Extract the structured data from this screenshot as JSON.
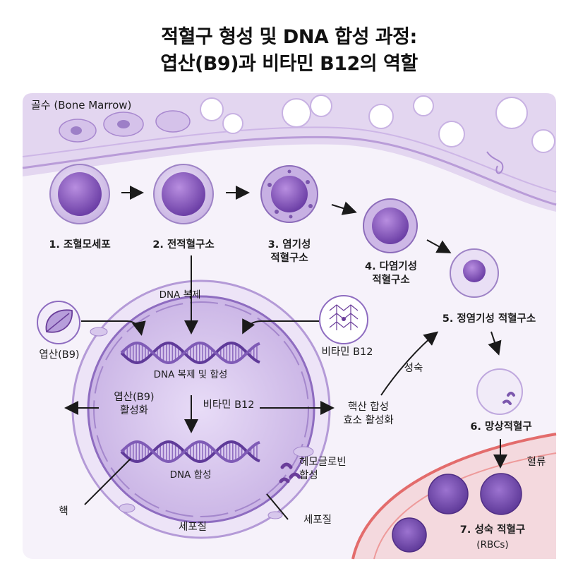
{
  "title_line1": "적혈구 형성 및 DNA 합성 과정:",
  "title_line2": "엽산(B9)과 비타민 B12의 역할",
  "bone_marrow": "골수 (Bone Marrow)",
  "stages": [
    {
      "line1": "1. 조혈모세포",
      "line2": ""
    },
    {
      "line1": "2. 전적혈구소",
      "line2": ""
    },
    {
      "line1": "3. 염기성",
      "line2": "적혈구소"
    },
    {
      "line1": "4. 다염기성",
      "line2": "적혈구소"
    },
    {
      "line1": "5. 정염기성 적혈구소",
      "line2": ""
    },
    {
      "line1": "6. 망상적혈구",
      "line2": ""
    },
    {
      "line1": "7. 성숙 적혈구",
      "line2": "(RBCs)"
    }
  ],
  "labels": {
    "dna_replication": "DNA 복제",
    "folate": "엽산(B9)",
    "vitamin_b12_right": "비타민 B12",
    "dna_rep_synth": "DNA 복제 및 합성",
    "folate_activation_1": "엽산(B9)",
    "folate_activation_2": "활성화",
    "vitamin_b12_center": "비타민 B12",
    "dna_synthesis": "DNA 합성",
    "nucleus": "핵",
    "cytoplasm_center": "세포질",
    "cytoplasm_right": "세포질",
    "hemoglobin_1": "헤모글로빈",
    "hemoglobin_2": "합성",
    "nucleic_1": "핵산 합성",
    "nucleic_2": "효소 활성화",
    "maturation": "성숙",
    "blood_flow": "혈류"
  },
  "colors": {
    "purple_dark": "#6a3d9a",
    "purple_mid": "#9b7cc8",
    "purple_light": "#e8def5",
    "vessel_pink": "#f4d9de",
    "vessel_red": "#e36c6c"
  }
}
